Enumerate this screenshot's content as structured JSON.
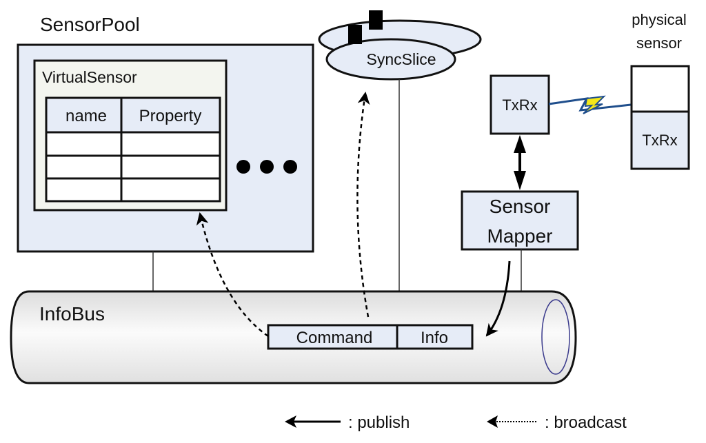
{
  "diagram": {
    "sensor_pool": {
      "title": "SensorPool",
      "more_indicator": "ellipsis",
      "virtual_sensor": {
        "title": "VirtualSensor",
        "table": {
          "headers": [
            "name",
            "Property"
          ],
          "rows": [
            [
              "",
              ""
            ],
            [
              "",
              ""
            ],
            [
              "",
              ""
            ]
          ]
        }
      }
    },
    "sync_slice": {
      "label": "SyncSlice"
    },
    "physical_sensor": {
      "title_line1": "physical",
      "title_line2": "sensor",
      "txrx_label": "TxRx"
    },
    "txrx": {
      "label": "TxRx"
    },
    "sensor_mapper": {
      "line1": "Sensor",
      "line2": "Mapper"
    },
    "info_bus": {
      "label": "InfoBus",
      "message": {
        "command": "Command",
        "info": "Info"
      }
    },
    "legend": {
      "publish": ": publish",
      "broadcast": ": broadcast"
    },
    "colors": {
      "box_fill": "#e6ecf7",
      "inner_fill": "#f3f5ef",
      "wireless_line": "#1f4e8c",
      "lightning": "#f4e81a",
      "bus_ring": "#3a3a8c"
    }
  }
}
